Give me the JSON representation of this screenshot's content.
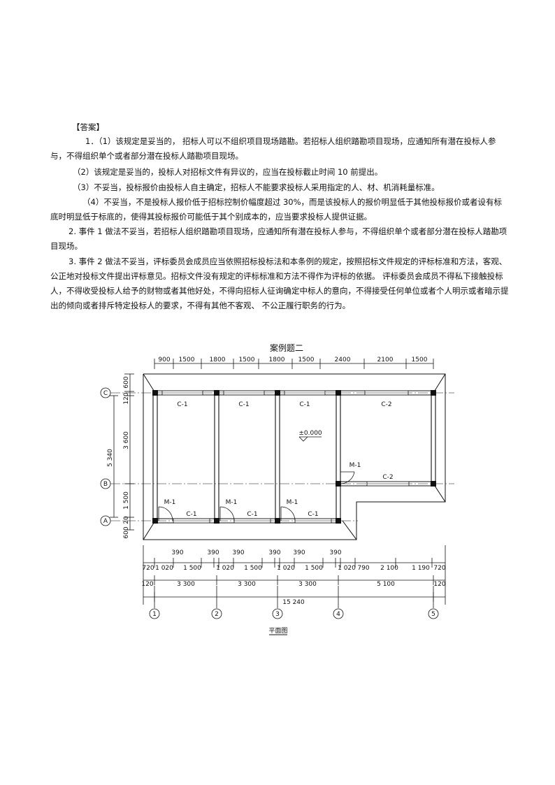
{
  "answer_label": "【答案】",
  "paragraphs": [
    "1．（1）该规定是妥当的，  招标人可以不组织项目现场踏勘。若招标人组织踏勘项目现场，应通知所有潜在投标人参与，不得组织单个或者部分潜在投标人踏勘项目现场。",
    "（2）该规定是妥当的，投标人对招标文件有异议的，应当在投标截止时间 10 前提出。",
    "（3）不妥当，投标报价由投标人自主确定，招标人不能要求投标人采用指定的人、材、机消耗量标准。",
    "（4）不妥当，不是投标人报价低于招标控制价幅度超过 30%，而是该投标人的报价明显低于其他投标报价或者设有标底时明显低于标底的，使得其投标报价可能低于其个别成本的，应当要求投标人提供证据。",
    "2. 事件 1 做法不妥当，若招标人组织踏勘项目现场，应通知所有潜在投标人参与，不得组织单个或者部分潜在投标人踏勘项目现场。",
    "3. 事件 2 做法不妥当，评标委员会成员应当依照招标投标法和本条例的规定，按照招标文件规定的评标标准和方法，客观、公正地对投标文件提出评标意见。招标文件没有规定的评标标准和方法不得作为评标的依据。      评标委员会成员不得私下接触投标人，不得收受投标人给予的财物或者其他好处，不得向招标人征询确定中标人的意向，不得接受任何单位或者个人明示或者暗示提出的倾向或者排斥特定投标人的要求，不得有其他不客观、     不公正履行职务的行为。"
  ],
  "figure": {
    "title": "案例题二",
    "caption": "平面图",
    "top_dims": [
      "900",
      "1500",
      "1800",
      "1500",
      "1800",
      "1500",
      "2400",
      "2100",
      "1500"
    ],
    "left_dims": [
      "600",
      "120",
      "3 600",
      "5 340",
      "1 500",
      "20",
      "600"
    ],
    "axis_rows": [
      "C",
      "B",
      "A"
    ],
    "axis_cols": [
      "1",
      "2",
      "3",
      "4",
      "5"
    ],
    "bottom_row1": [
      "390",
      "390",
      "390",
      "390",
      "390",
      "390"
    ],
    "bottom_row2": [
      "720",
      "1 020",
      "1 500",
      "1 020",
      "1 500",
      "1 020",
      "1 500",
      "1 020",
      "790",
      "2 100",
      "1 190",
      "720"
    ],
    "bottom_row3": [
      "120",
      "3 300",
      "3 300",
      "3 300",
      "5 100",
      "120"
    ],
    "total": "15 240",
    "window_c1": "C-1",
    "window_c2": "C-2",
    "door_m1": "M-1",
    "elevation": "±0.000"
  }
}
